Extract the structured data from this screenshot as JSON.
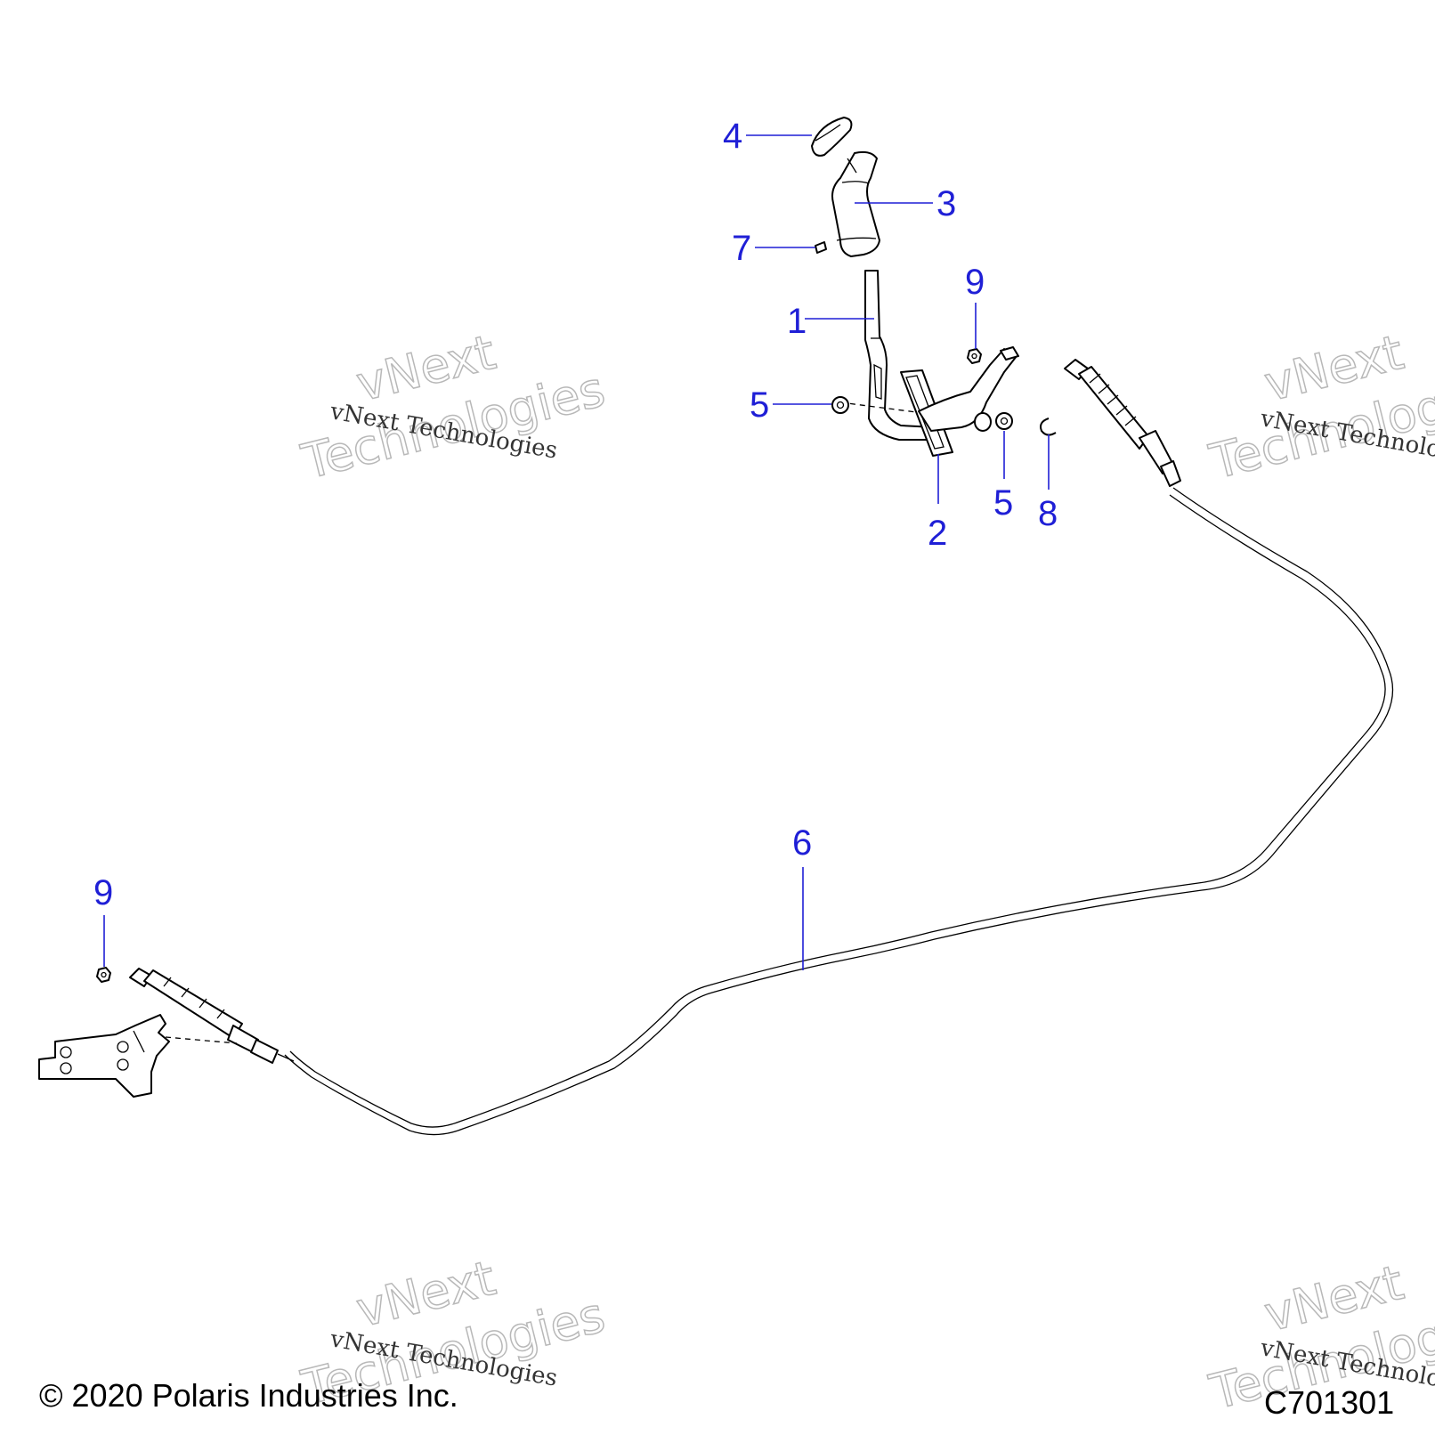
{
  "callouts": {
    "c1": "1",
    "c2": "2",
    "c3": "3",
    "c4": "4",
    "c5a": "5",
    "c5b": "5",
    "c6": "6",
    "c7": "7",
    "c8": "8",
    "c9a": "9",
    "c9b": "9"
  },
  "watermark": {
    "serif_text": "vNext Technologies",
    "outline_line1": "vNext",
    "outline_line2": "Technologies"
  },
  "footer": {
    "copyright": "© 2020 Polaris Industries Inc.",
    "figure_code": "C701301"
  },
  "colors": {
    "callout": "#1f1fd6",
    "linework": "#000000",
    "watermark": "#b8b8b8"
  }
}
